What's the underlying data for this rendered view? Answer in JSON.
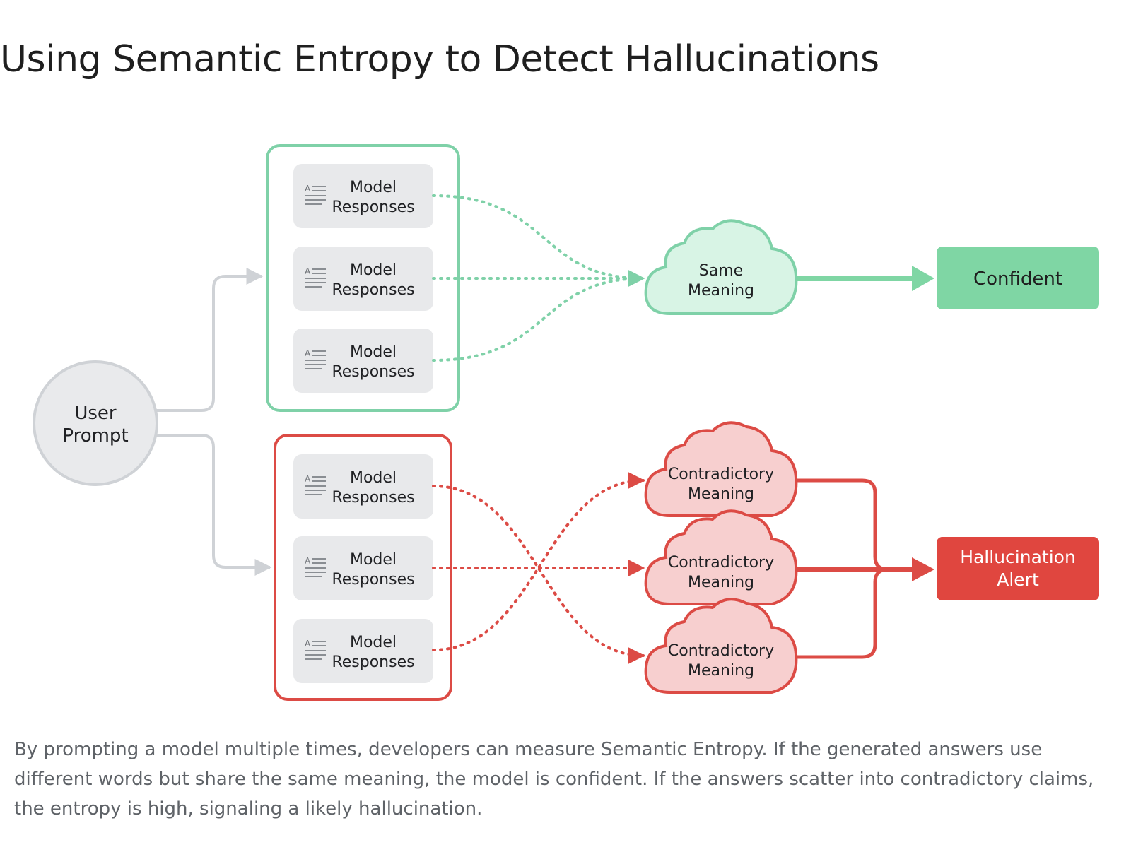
{
  "title": "Using Semantic Entropy to Detect Hallucinations",
  "user_prompt": {
    "line1": "User",
    "line2": "Prompt"
  },
  "response_box": {
    "line1": "Model",
    "line2": "Responses"
  },
  "same_meaning": {
    "line1": "Same",
    "line2": "Meaning"
  },
  "contradictory": {
    "line1": "Contradictory",
    "line2": "Meaning"
  },
  "confident_label": "Confident",
  "alert": {
    "line1": "Hallucination",
    "line2": "Alert"
  },
  "caption": "By prompting a model multiple times, developers can measure Semantic Entropy. If the generated answers use different words but share the same meaning, the model is confident. If the answers scatter into contradictory claims, the entropy is high, signaling a likely hallucination.",
  "colors": {
    "green_stroke": "#7fd1a8",
    "green_fill": "#d8f4e5",
    "green_solid": "#7fd6a4",
    "red_stroke": "#dc4b45",
    "red_fill": "#f7cfcf",
    "red_solid": "#e0463f",
    "gray_stroke": "#cfd2d6",
    "gray_fill": "#e9eaec",
    "card_fill": "#e8e9eb"
  }
}
